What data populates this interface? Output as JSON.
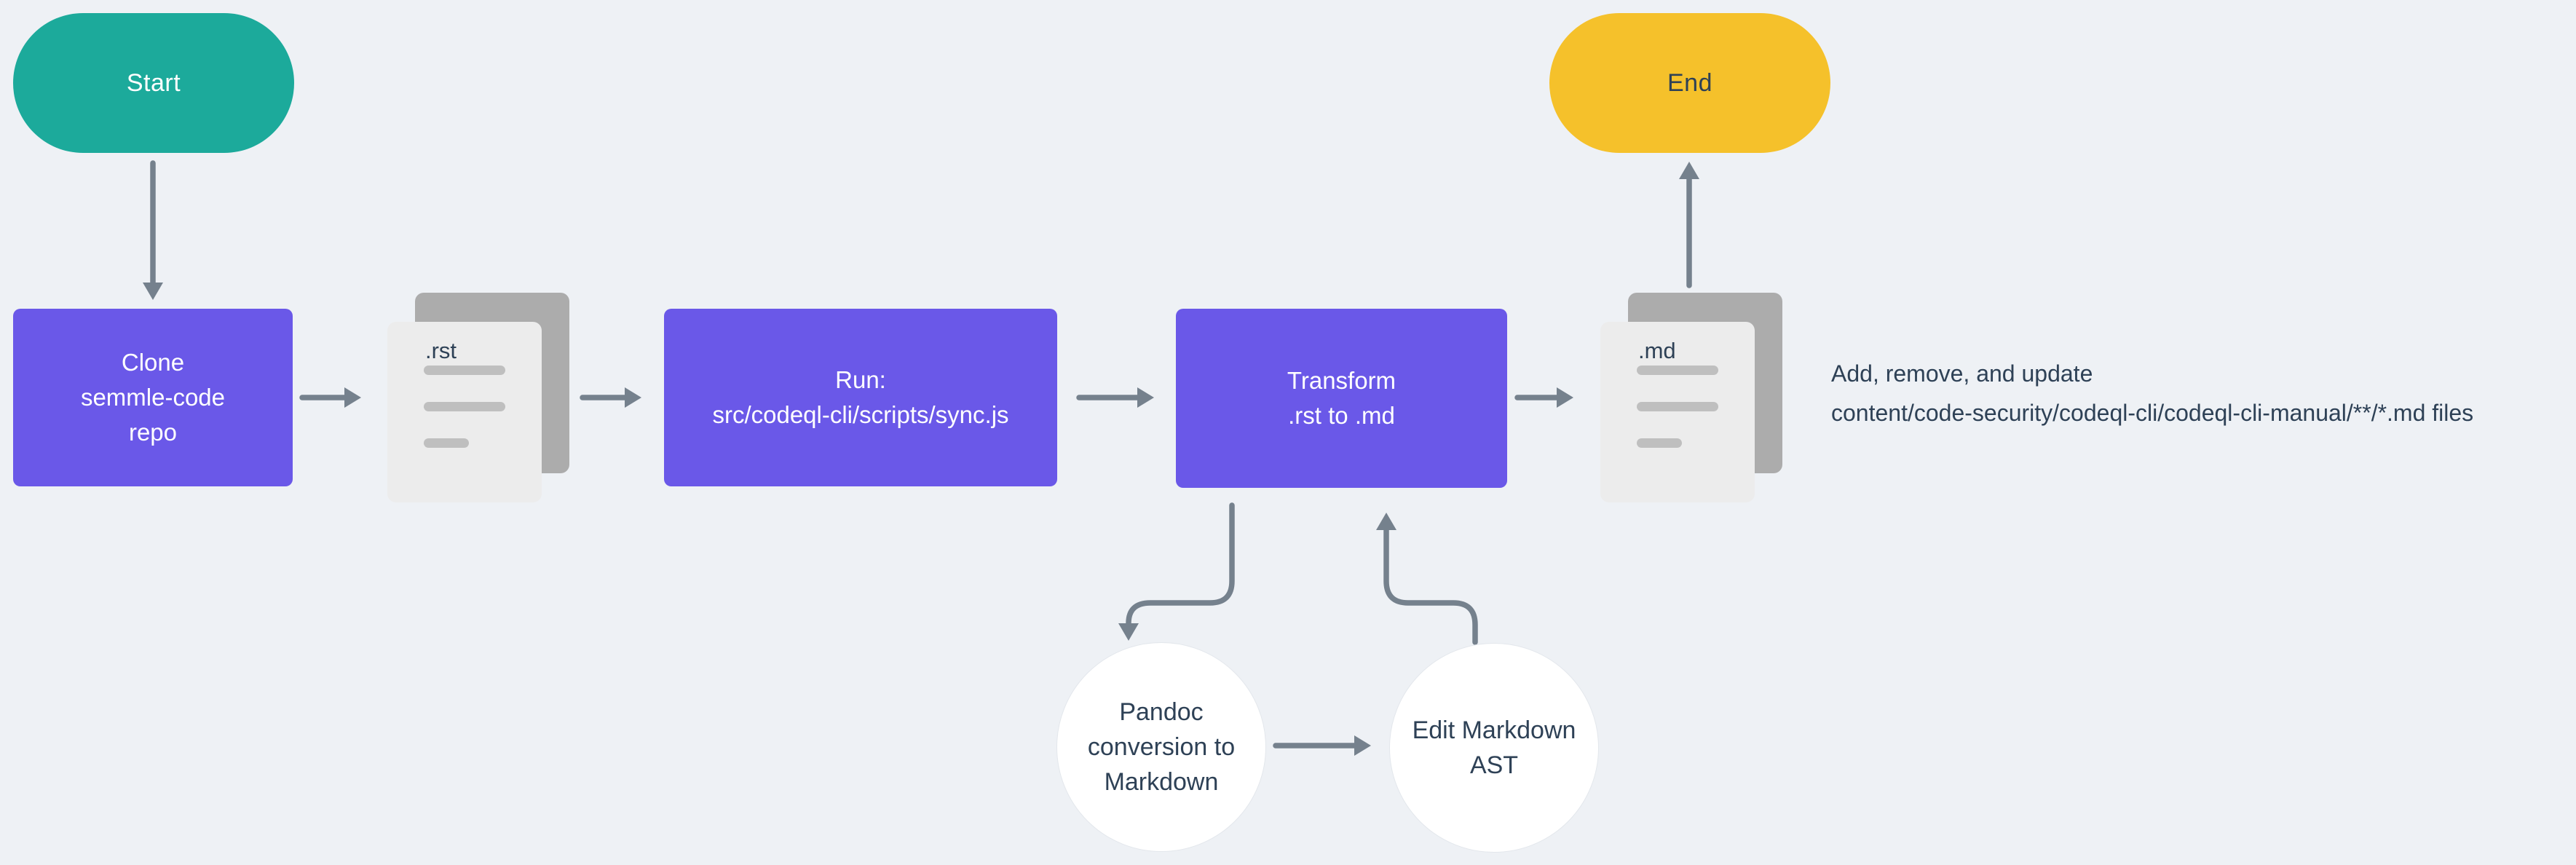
{
  "colors": {
    "bg": "#eef1f5",
    "teal": "#1caa9b",
    "purple": "#6a58e8",
    "yellow": "#f5c12b",
    "slate-arrow": "#75818d",
    "navy-text": "#2e4156",
    "doc-back": "#acacac",
    "doc-front": "#ececec",
    "doc-line": "#bfbfbf",
    "node-white": "#ffffff"
  },
  "nodes": {
    "start": {
      "label": "Start"
    },
    "clone_repo": {
      "text": "Clone\nsemmle-code\nrepo"
    },
    "rst_doc": {
      "label": ".rst"
    },
    "run_script": {
      "text": "Run:\nsrc/codeql-cli/scripts/sync.js"
    },
    "transform": {
      "text": "Transform\n.rst to .md"
    },
    "md_doc": {
      "label": ".md"
    },
    "end": {
      "label": "End"
    },
    "pandoc": {
      "text": "Pandoc\nconversion to\nMarkdown"
    },
    "edit_ast": {
      "text": "Edit Markdown\nAST"
    }
  },
  "annotation": {
    "text": "Add, remove, and update\ncontent/code-security/codeql-cli/codeql-cli-manual/**/*.md files"
  }
}
